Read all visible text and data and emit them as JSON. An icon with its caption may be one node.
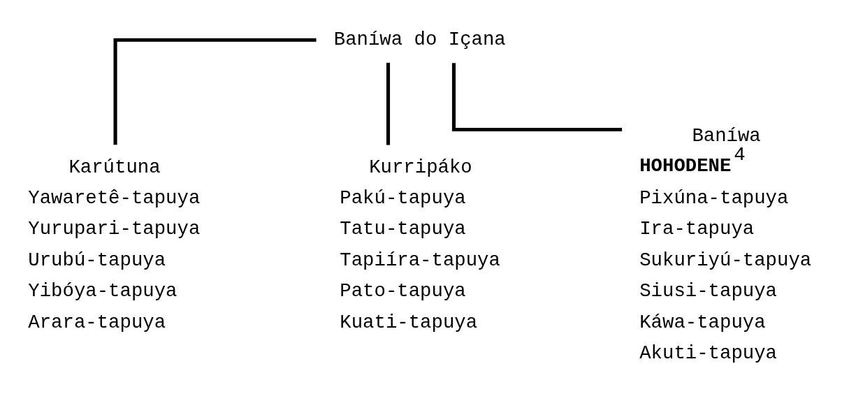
{
  "diagram": {
    "nodes": [
      {
        "text": [
          "Baníwa do Içana"
        ]
      },
      {
        "text": [
          "Karútuna"
        ],
        "beside": [
          "Yawaretê-tapuya",
          "Yurupari-tapuya",
          "Urubú-tapuya",
          "Yibóya-tapuya",
          "Arara-tapuya"
        ]
      },
      {
        "text": [
          "Kurripáko"
        ],
        "beside": [
          "Pakú-tapuya",
          "Tatu-tapuya",
          "Tapiíra-tapuya",
          "Pato-tapuya",
          "Kuati-tapuya"
        ]
      },
      {
        "text": [
          "Baníwa"
        ],
        "beside": [
          "**HOHODENE**$^{4}$",
          "Pixúna-tapuya",
          "Ira-tapuya",
          "Sukuriyú-tapuya",
          "Siusi-tapuya",
          "Káwa-tapuya",
          "Akuti-tapuya"
        ]
      }
    ],
    "edges": [
      {
        "from": 0,
        "to": 1,
        "arrow": "none"
      },
      {
        "from": 0,
        "to": 2,
        "arrow": "none"
      },
      {
        "from": 0,
        "to": 3,
        "arrow": "none"
      }
    ]
  }
}
